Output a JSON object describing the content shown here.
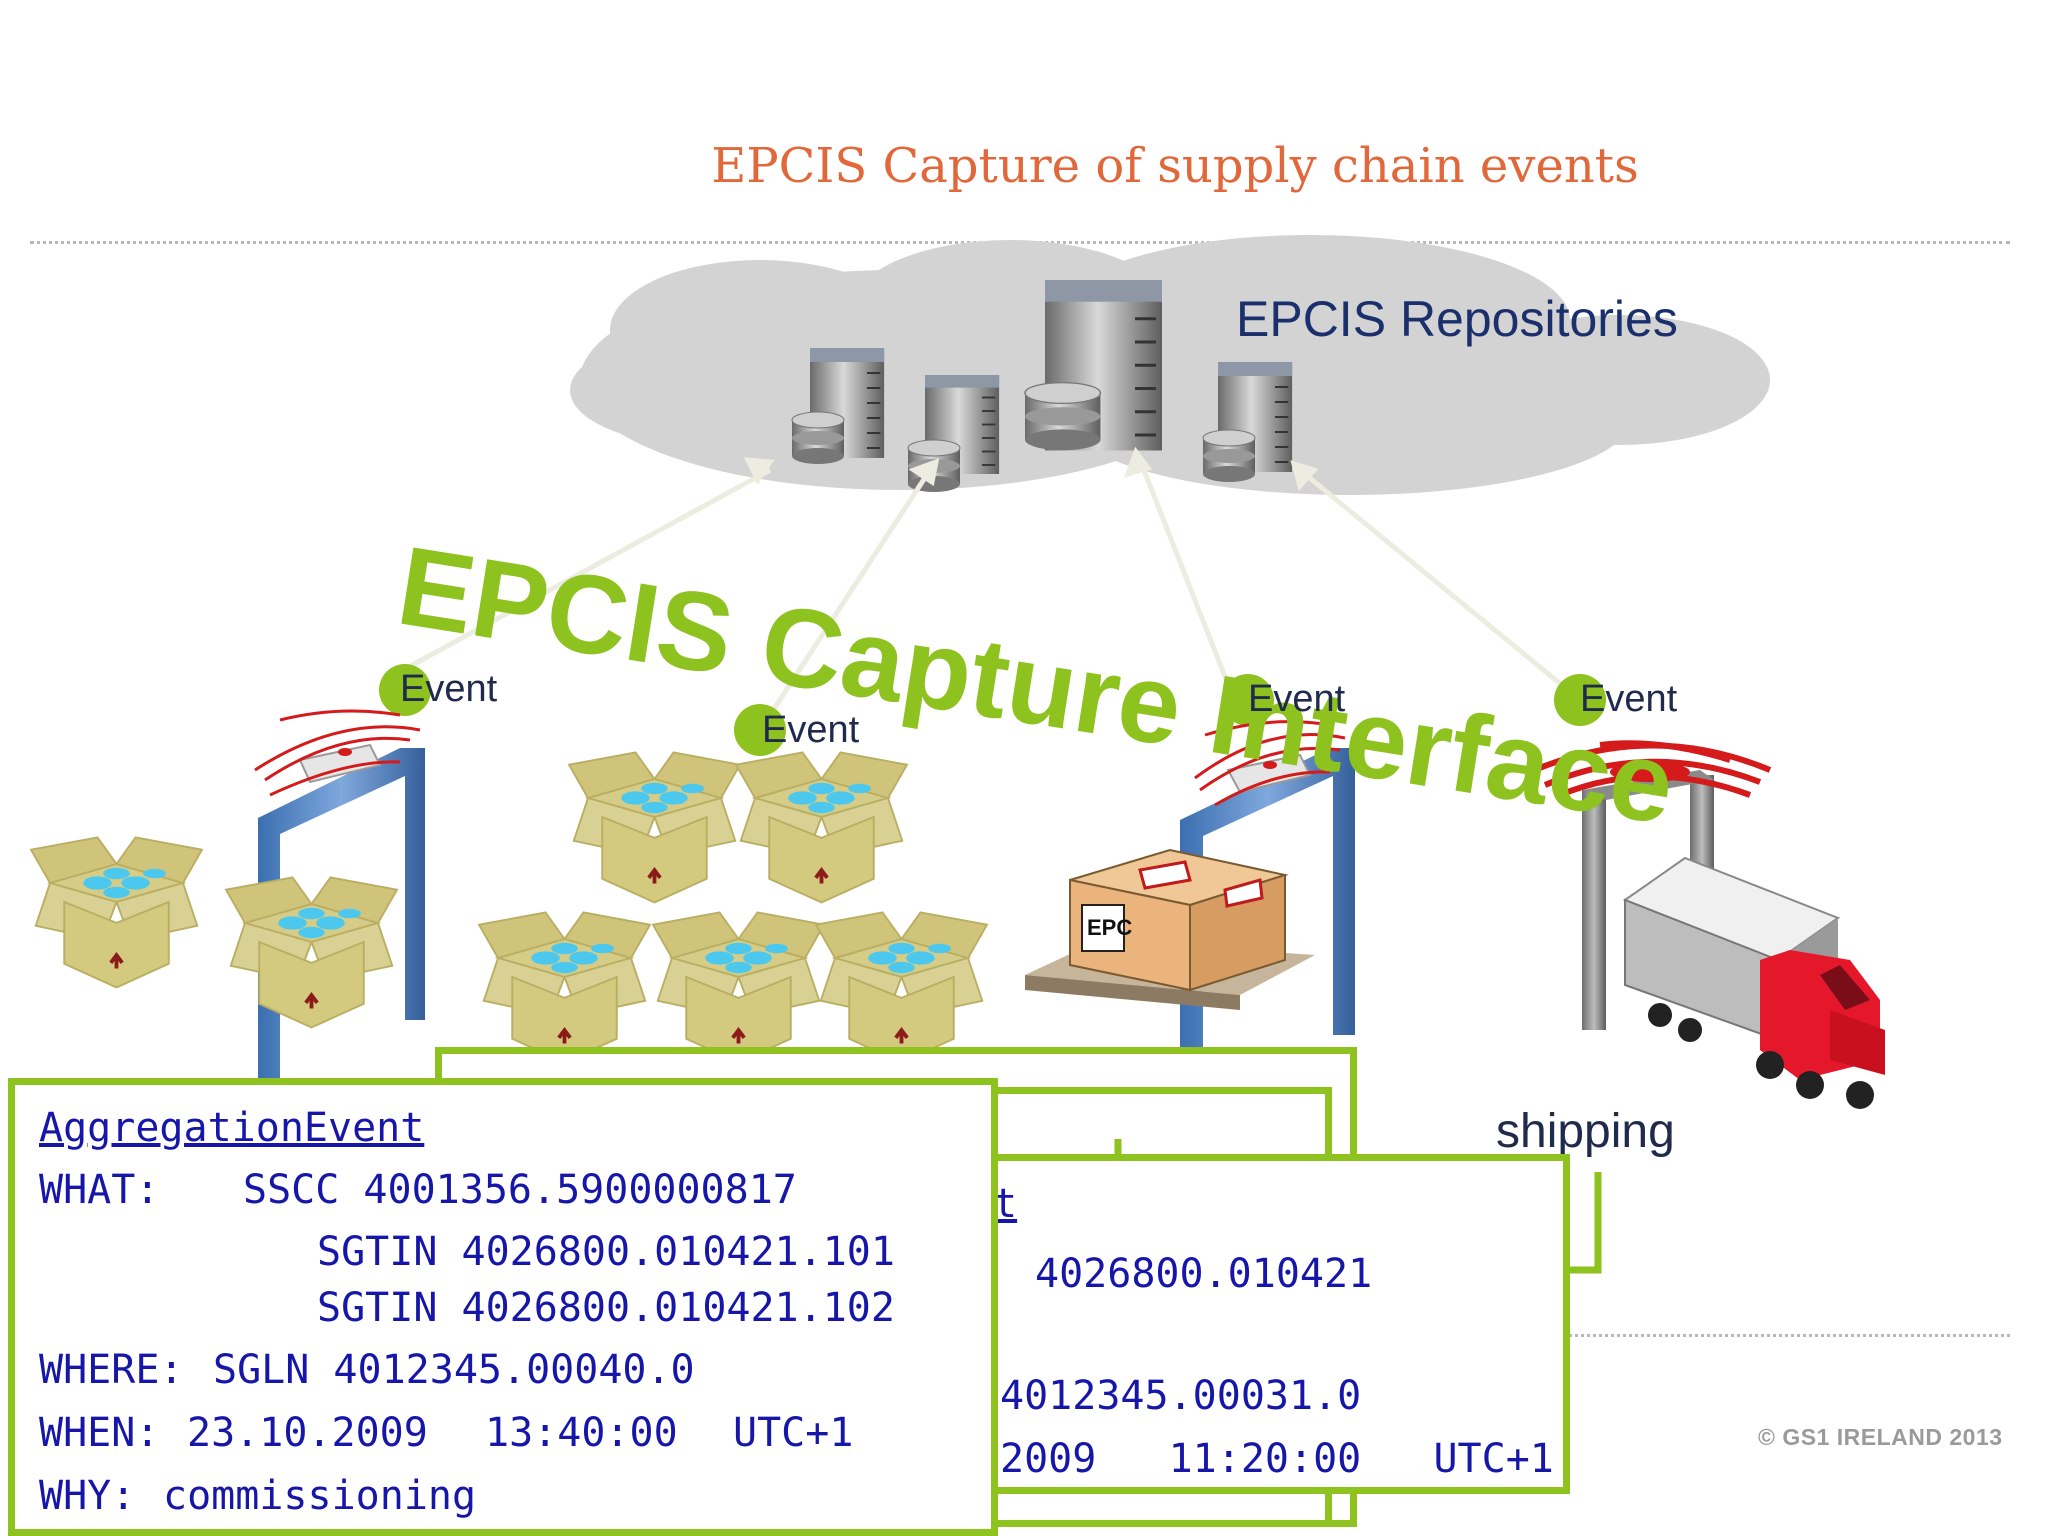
{
  "slide_title": "EPCIS Capture of supply chain events",
  "repositories_label": "EPCIS Repositories",
  "capture_interface_label": "EPCIS Capture Interface",
  "event_labels": [
    "Event",
    "Event",
    "Event",
    "Event"
  ],
  "shipping_label": "shipping",
  "copyright": "© GS1 IRELAND 2013",
  "colors": {
    "accent_green": "#8dc21f",
    "title_orange": "#e0683a",
    "code_blue": "#1616a8",
    "label_navy": "#1a2f6b"
  },
  "back_card": {
    "title_fragment": "t",
    "what_fragment": "4026800.010421",
    "where_fragment": "4012345.00031.0",
    "when_fragment": "2009   11:20:00   UTC+1"
  },
  "front_card": {
    "title": "AggregationEvent",
    "what_label": "WHAT:",
    "what_sscc": "SSCC 4001356.5900000817",
    "what_sgtin_1": "SGTIN 4026800.010421.101",
    "what_sgtin_2": "SGTIN 4026800.010421.102",
    "where_label": "WHERE:",
    "where_value": "SGLN 4012345.00040.0",
    "when_label": "WHEN:",
    "when_date": "23.10.2009",
    "when_time": "13:40:00",
    "when_zone": "UTC+1",
    "why_label": "WHY:",
    "why_value": "commissioning"
  }
}
